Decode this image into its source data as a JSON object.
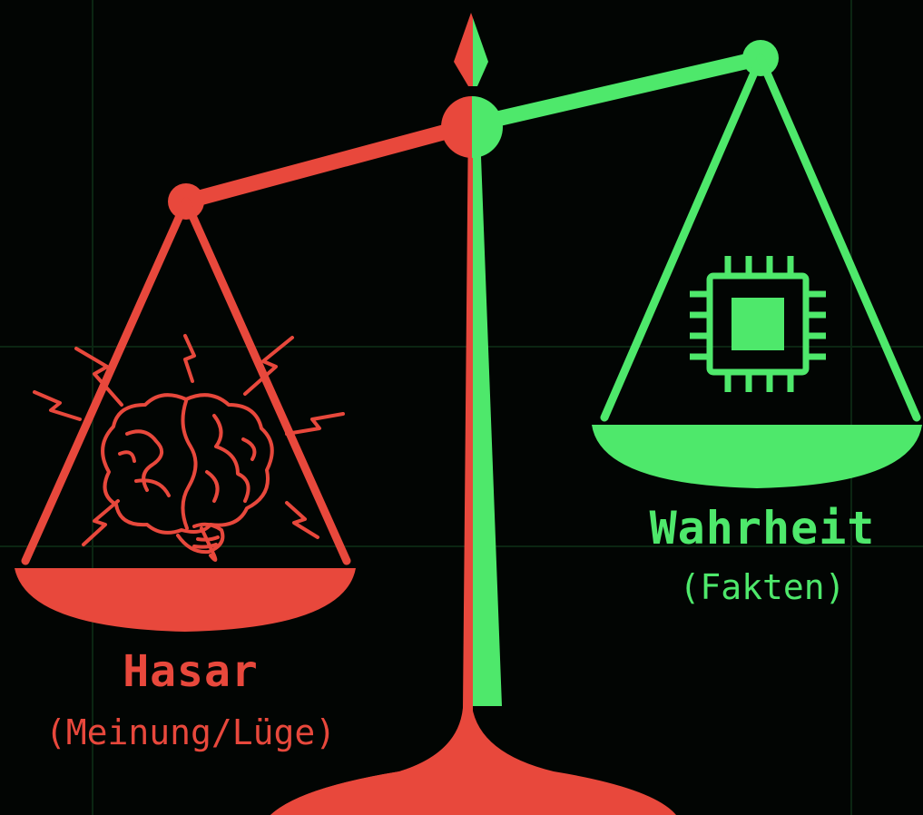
{
  "colors": {
    "background": "#020503",
    "grid": "#0c2a14",
    "red": "#e8483c",
    "green": "#4ee86b"
  },
  "left_pan": {
    "title": "Hasar",
    "subtitle": "(Meinung/Lüge)",
    "icon": "brain-icon"
  },
  "right_pan": {
    "title": "Wahrheit",
    "subtitle": "(Fakten)",
    "icon": "chip-icon"
  }
}
